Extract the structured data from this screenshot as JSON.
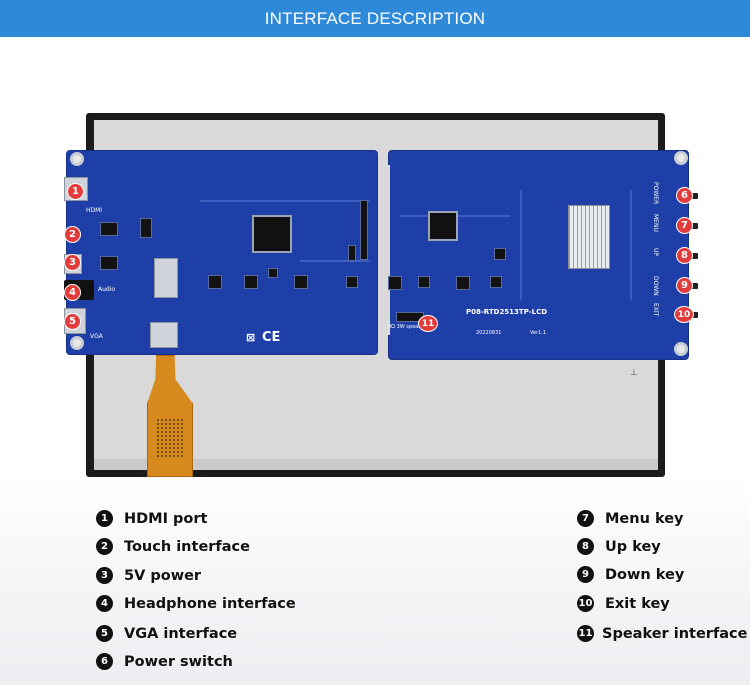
{
  "header": {
    "title": "INTERFACE DESCRIPTION"
  },
  "colors": {
    "header_bg": "#2e8ad8",
    "pcb": "#1f3fa8",
    "marker": "#e23b3b",
    "legend_bullet": "#111111"
  },
  "board": {
    "model": "P08-RTD2513TP-LCD",
    "date_code": "20220831",
    "version": "Ver1.1",
    "ports_left": [
      "HDMI",
      "Audio",
      "VGA"
    ],
    "keys_right": [
      "POWER",
      "MENU",
      "UP",
      "DOWN",
      "EXIT"
    ],
    "speaker_label": "8Ω 3W speaker",
    "ce_mark": "CE"
  },
  "markers": [
    "1",
    "2",
    "3",
    "4",
    "5",
    "6",
    "7",
    "8",
    "9",
    "10",
    "11"
  ],
  "legend": {
    "left": [
      {
        "num": "1",
        "label": "HDMI port"
      },
      {
        "num": "2",
        "label": "Touch interface"
      },
      {
        "num": "3",
        "label": "5V power"
      },
      {
        "num": "4",
        "label": "Headphone interface"
      },
      {
        "num": "5",
        "label": "VGA interface"
      },
      {
        "num": "6",
        "label": "Power switch"
      }
    ],
    "right": [
      {
        "num": "7",
        "label": "Menu key"
      },
      {
        "num": "8",
        "label": "Up key"
      },
      {
        "num": "9",
        "label": "Down key"
      },
      {
        "num": "10",
        "label": "Exit key"
      },
      {
        "num": "11",
        "label": "Speaker interface"
      }
    ]
  }
}
